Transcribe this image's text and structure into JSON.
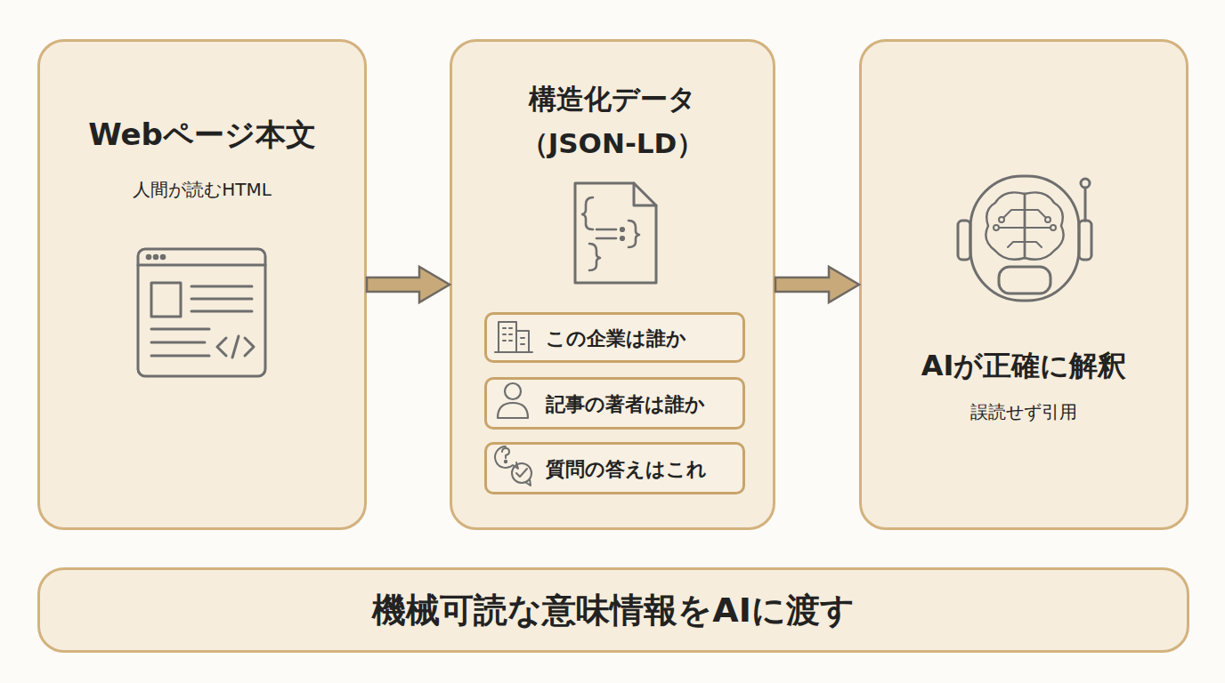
{
  "diagram": {
    "nodes": [
      {
        "text": [
          "Webページ本文",
          "人間が読むHTML"
        ]
      },
      {
        "text": [
          "構造化データ （JSON-LD）"
        ]
      },
      {
        "text": [
          "この企業は誰か"
        ],
        "in": 1
      },
      {
        "text": [
          "記事の著者は誰か"
        ],
        "in": 1
      },
      {
        "text": [
          "質問の答えはこれ"
        ],
        "in": 1
      },
      {
        "text": [
          "AIが正確に解釈",
          "誤読せず引用"
        ]
      },
      {
        "text": [
          "機械可読な意味情報をAIに渡す"
        ]
      }
    ],
    "edges": [
      {
        "from": 0,
        "to": 1,
        "arrow": "to"
      },
      {
        "from": 1,
        "to": 5,
        "arrow": "to"
      }
    ]
  }
}
